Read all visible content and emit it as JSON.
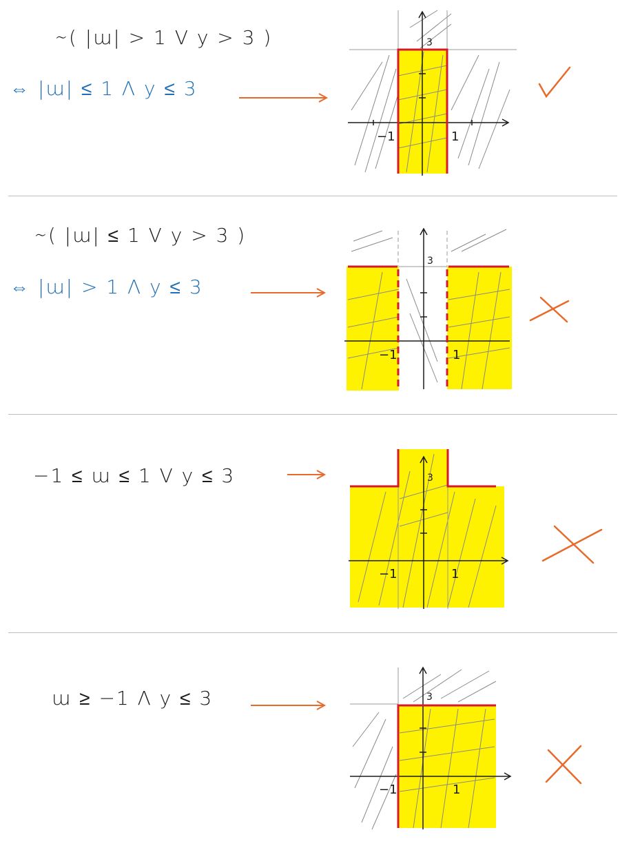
{
  "colors": {
    "shade": "#fff200",
    "boundary": "#d6192b",
    "annotation": "#e8692a",
    "equivalence_ink": "#1e6fb5",
    "ink": "#1a1a1a",
    "hatch": "#8a8a8a"
  },
  "panels": [
    {
      "statement": "∼( |ɯ| > 1  V  y > 3 )",
      "equivalent": "⇔  |ɯ| ≤ 1  Λ  y ≤ 3",
      "labels": {
        "neg_one": "−1",
        "one": "1",
        "three": "3"
      },
      "verdict": "✓",
      "verdict_icon": "checkmark-icon"
    },
    {
      "statement": "∼( |ɯ| ≤ 1  V  y > 3 )",
      "equivalent": "⇔  |ɯ| > 1  Λ  y ≤ 3",
      "labels": {
        "neg_one": "−1",
        "one": "1",
        "three": "3"
      },
      "verdict": "×",
      "verdict_icon": "cross-icon"
    },
    {
      "statement": "−1 ≤ ɯ ≤ 1   V   y ≤ 3",
      "labels": {
        "neg_one": "−1",
        "one": "1",
        "three": "3"
      },
      "verdict": "×",
      "verdict_icon": "cross-icon"
    },
    {
      "statement": "ɯ ≥ −1  Λ  y ≤ 3",
      "labels": {
        "neg_one": "−1",
        "one": "1",
        "three": "3"
      },
      "verdict": "×",
      "verdict_icon": "cross-icon"
    }
  ]
}
